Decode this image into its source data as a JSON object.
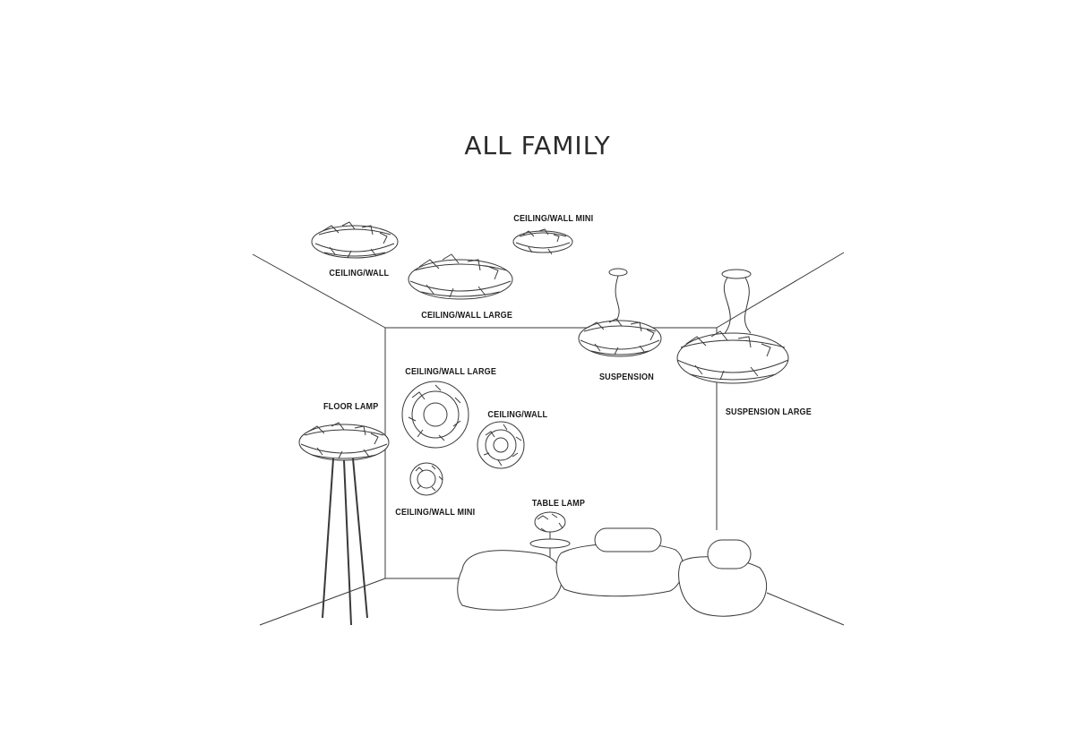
{
  "title": "ALL FAMILY",
  "labels": {
    "ceiling_wall_top": "CEILING/WALL",
    "ceiling_wall_large_top": "CEILING/WALL LARGE",
    "ceiling_wall_mini_top": "CEILING/WALL MINI",
    "suspension": "SUSPENSION",
    "suspension_large": "SUSPENSION LARGE",
    "floor_lamp": "FLOOR LAMP",
    "ceiling_wall_large_wall": "CEILING/WALL LARGE",
    "ceiling_wall_wall": "CEILING/WALL",
    "ceiling_wall_mini_wall": "CEILING/WALL MINI",
    "table_lamp": "TABLE LAMP"
  },
  "colors": {
    "line": "#3a3a3a",
    "text": "#1a1a1a",
    "background": "#ffffff"
  }
}
